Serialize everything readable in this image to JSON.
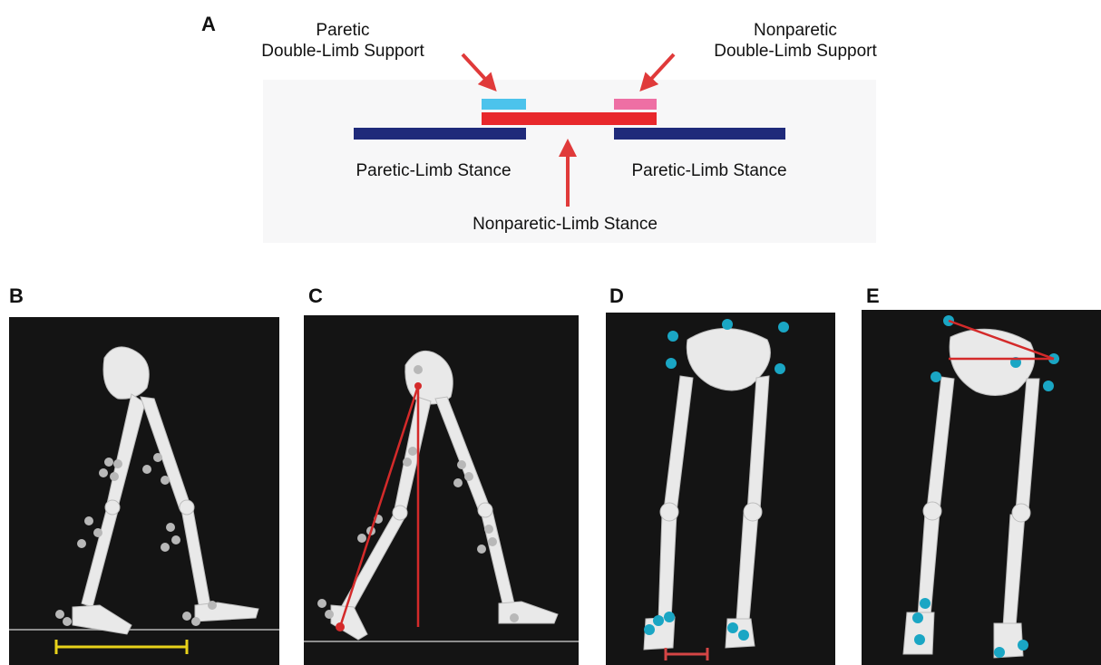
{
  "panel_a": {
    "letter": "A",
    "paretic_dls_line1": "Paretic",
    "paretic_dls_line2": "Double-Limb Support",
    "nonparetic_dls_line1": "Nonparetic",
    "nonparetic_dls_line2": "Double-Limb Support",
    "paretic_stance_left": "Paretic-Limb Stance",
    "paretic_stance_right": "Paretic-Limb Stance",
    "nonparetic_stance": "Nonparetic-Limb Stance",
    "colors": {
      "paretic_stance": "#1f2a7a",
      "nonparetic_stance": "#e8282c",
      "paretic_dls": "#4cc3ec",
      "nonparetic_dls": "#ee6fa4",
      "arrow": "#e03a3a"
    }
  },
  "panel_b": {
    "letter": "B",
    "marker_color": "#b8b8b8",
    "step_length_color": "#e8d21a"
  },
  "panel_c": {
    "letter": "C",
    "line_color": "#d42a2a"
  },
  "panel_d": {
    "letter": "D",
    "marker_color": "#1aa6c4",
    "width_bar_color": "#d44545"
  },
  "panel_e": {
    "letter": "E",
    "marker_color": "#1aa6c4",
    "line_color": "#d42a2a"
  }
}
